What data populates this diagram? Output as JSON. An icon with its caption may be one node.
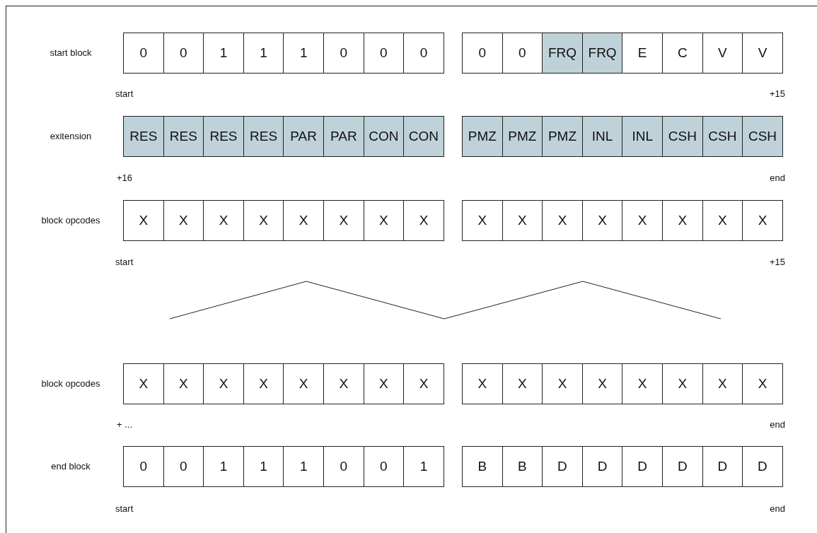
{
  "diagram": {
    "nodes": [
      {
        "text": [
          "0"
        ]
      },
      {
        "text": [
          "0"
        ]
      },
      {
        "text": [
          "1"
        ]
      },
      {
        "text": [
          "1"
        ]
      },
      {
        "text": [
          "1"
        ]
      },
      {
        "text": [
          "0"
        ]
      },
      {
        "text": [
          "0"
        ]
      },
      {
        "text": [
          "0"
        ]
      },
      {
        "text": [
          "0"
        ]
      },
      {
        "text": [
          "0"
        ]
      },
      {
        "text": [
          "FRQ"
        ]
      },
      {
        "text": [
          "FRQ"
        ]
      },
      {
        "text": [
          "E"
        ]
      },
      {
        "text": [
          "C"
        ]
      },
      {
        "text": [
          "V"
        ]
      },
      {
        "text": [
          "V"
        ]
      },
      {
        "text": [
          "RES"
        ]
      },
      {
        "text": [
          "RES"
        ]
      },
      {
        "text": [
          "RES"
        ]
      },
      {
        "text": [
          "RES"
        ]
      },
      {
        "text": [
          "PAR"
        ]
      },
      {
        "text": [
          "PAR"
        ]
      },
      {
        "text": [
          "CON"
        ]
      },
      {
        "text": [
          "CON"
        ]
      },
      {
        "text": [
          "PMZ"
        ]
      },
      {
        "text": [
          "PMZ"
        ]
      },
      {
        "text": [
          "PMZ"
        ]
      },
      {
        "text": [
          "INL"
        ]
      },
      {
        "text": [
          "INL"
        ]
      },
      {
        "text": [
          "CSH"
        ]
      },
      {
        "text": [
          "CSH"
        ]
      },
      {
        "text": [
          "CSH"
        ]
      },
      {
        "text": [
          "X"
        ]
      },
      {
        "text": [
          "X"
        ]
      },
      {
        "text": [
          "X"
        ]
      },
      {
        "text": [
          "X"
        ]
      },
      {
        "text": [
          "X"
        ]
      },
      {
        "text": [
          "X"
        ]
      },
      {
        "text": [
          "X"
        ]
      },
      {
        "text": [
          "X"
        ]
      },
      {
        "text": [
          "X"
        ]
      },
      {
        "text": [
          "X"
        ]
      },
      {
        "text": [
          "X"
        ]
      },
      {
        "text": [
          "X"
        ]
      },
      {
        "text": [
          "X"
        ]
      },
      {
        "text": [
          "X"
        ]
      },
      {
        "text": [
          "X"
        ]
      },
      {
        "text": [
          "X"
        ]
      },
      {
        "text": [
          "X"
        ]
      },
      {
        "text": [
          "X"
        ]
      },
      {
        "text": [
          "X"
        ]
      },
      {
        "text": [
          "X"
        ]
      },
      {
        "text": [
          "X"
        ]
      },
      {
        "text": [
          "X"
        ]
      },
      {
        "text": [
          "X"
        ]
      },
      {
        "text": [
          "X"
        ]
      },
      {
        "text": [
          "X"
        ]
      },
      {
        "text": [
          "X"
        ]
      },
      {
        "text": [
          "X"
        ]
      },
      {
        "text": [
          "X"
        ]
      },
      {
        "text": [
          "X"
        ]
      },
      {
        "text": [
          "X"
        ]
      },
      {
        "text": [
          "X"
        ]
      },
      {
        "text": [
          "X"
        ]
      },
      {
        "text": [
          "0"
        ]
      },
      {
        "text": [
          "0"
        ]
      },
      {
        "text": [
          "1"
        ]
      },
      {
        "text": [
          "1"
        ]
      },
      {
        "text": [
          "1"
        ]
      },
      {
        "text": [
          "0"
        ]
      },
      {
        "text": [
          "0"
        ]
      },
      {
        "text": [
          "1"
        ]
      },
      {
        "text": [
          "B"
        ]
      },
      {
        "text": [
          "B"
        ]
      },
      {
        "text": [
          "D"
        ]
      },
      {
        "text": [
          "D"
        ]
      },
      {
        "text": [
          "D"
        ]
      },
      {
        "text": [
          "D"
        ]
      },
      {
        "text": [
          "D"
        ]
      },
      {
        "text": [
          "D"
        ]
      }
    ],
    "labels": [
      "start block",
      "start",
      "+15",
      "exitension",
      "+16",
      "end",
      "block opcodes",
      "start",
      "+15",
      "block opcodes",
      "+ ...",
      "end",
      "end block",
      "start",
      "end"
    ]
  }
}
